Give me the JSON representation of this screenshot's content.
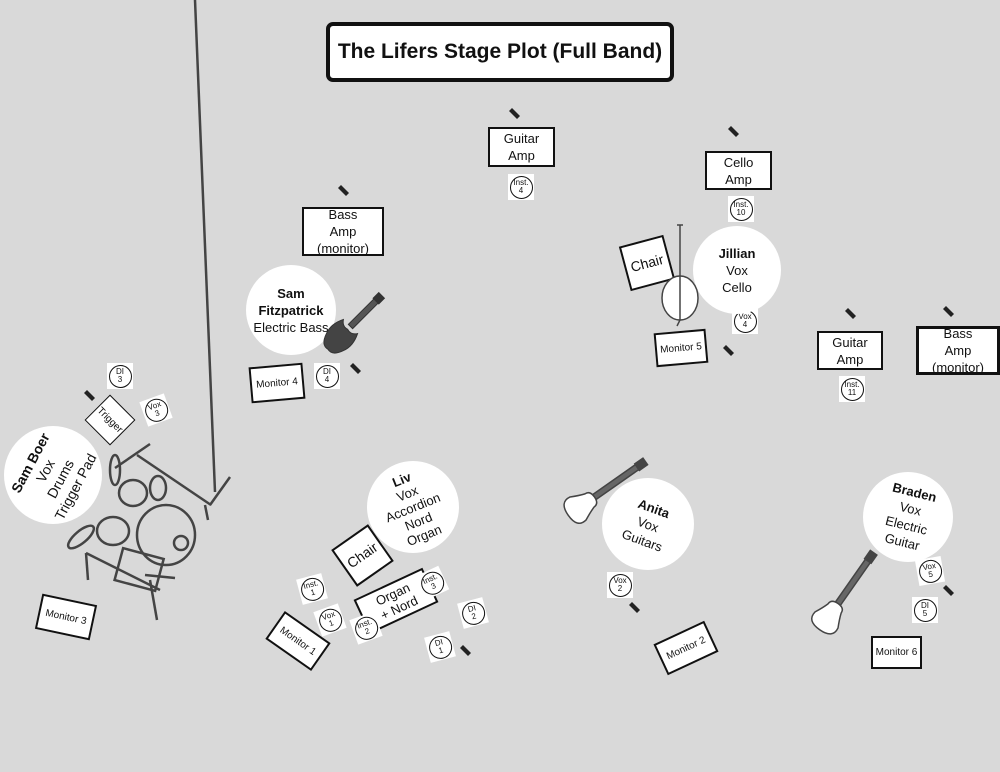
{
  "title": "The Lifers Stage Plot (Full Band)",
  "amps": {
    "guitar_amp_center": "Guitar\nAmp",
    "bass_amp_left": "Bass\nAmp\n(monitor)",
    "cello_amp": "Cello\nAmp",
    "guitar_amp_right": "Guitar\nAmp",
    "bass_amp_right": "Bass\nAmp\n(monitor)"
  },
  "inputs": {
    "inst4": "Inst.\n4",
    "inst10": "Inst.\n10",
    "inst11": "Inst.\n11",
    "vox4": "Vox\n4",
    "di4": "DI\n4",
    "di3": "DI\n3",
    "vox3": "Vox\n3",
    "inst1": "Inst.\n1",
    "vox1": "Vox\n1",
    "inst2": "Inst.\n2",
    "inst3": "Inst.\n3",
    "di1": "DI\n1",
    "di2": "DI\n2",
    "vox2": "Vox\n2",
    "vox5": "Vox\n5",
    "di5": "DI\n5"
  },
  "monitors": {
    "m1": "Monitor 1",
    "m2": "Monitor 2",
    "m3": "Monitor 3",
    "m4": "Monitor 4",
    "m5": "Monitor 5",
    "m6": "Monitor 6"
  },
  "furniture": {
    "chair_jillian": "Chair",
    "chair_liv": "Chair",
    "trigger": "Trigger",
    "organ": "Organ\n+ Nord"
  },
  "people": {
    "sam_f": {
      "name": "Sam\nFitzpatrick",
      "roles": [
        "Electric Bass"
      ]
    },
    "jillian": {
      "name": "Jillian",
      "roles": [
        "Vox",
        "Cello"
      ]
    },
    "sam_b": {
      "name": "Sam Boer",
      "roles": [
        "Vox",
        "Drums",
        "Trigger Pad"
      ]
    },
    "liv": {
      "name": "Liv",
      "roles": [
        "Vox",
        "Accordion",
        "Nord",
        "Organ"
      ]
    },
    "anita": {
      "name": "Anita",
      "roles": [
        "Vox",
        "Guitars"
      ]
    },
    "braden": {
      "name": "Braden",
      "roles": [
        "Vox",
        "Electric",
        "Guitar"
      ]
    }
  }
}
